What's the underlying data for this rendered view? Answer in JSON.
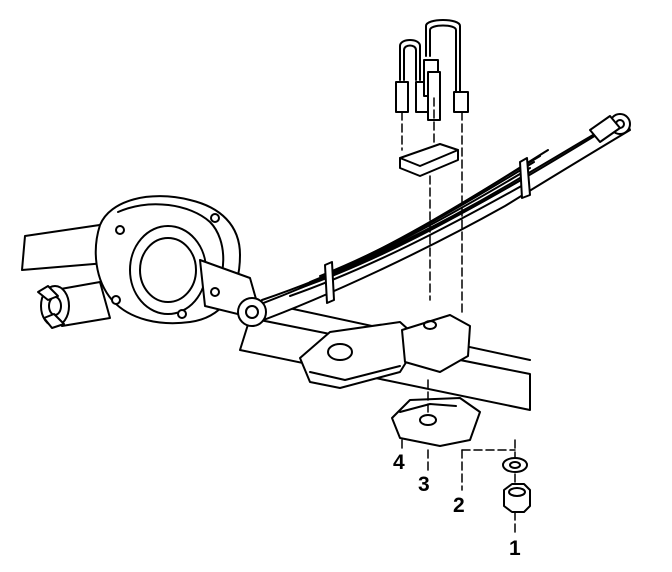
{
  "callouts": [
    {
      "id": "1",
      "label": "1"
    },
    {
      "id": "2",
      "label": "2"
    },
    {
      "id": "3",
      "label": "3"
    },
    {
      "id": "4",
      "label": "4"
    }
  ],
  "colors": {
    "line": "#000000",
    "fill": "#ffffff",
    "shade": "#e8e8e8"
  }
}
